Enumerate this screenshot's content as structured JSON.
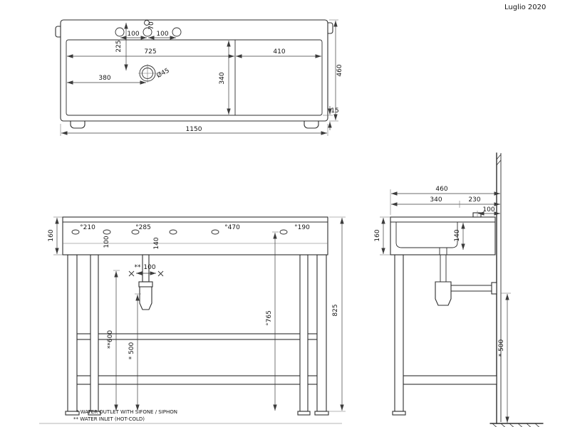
{
  "page": {
    "date_label": "Luglio  2020"
  },
  "notes": {
    "outlet": "*  WATER OUTLET WITH SIFONE / SIPHON",
    "inlet": "** WATER INLET  (HOT-COLD)"
  },
  "top_view": {
    "d70": "70",
    "d100_left": "100",
    "d100_right": "100",
    "d225": "225",
    "d725": "725",
    "d410": "410",
    "d380": "380",
    "d_drain_diameter": "Ø45",
    "d340": "340",
    "d460": "460",
    "d15": "15",
    "d1150": "1150"
  },
  "front_view": {
    "d160": "160",
    "d210": "°210",
    "d100_holes": "100",
    "d285": "°285",
    "d140": "140",
    "d470": "°470",
    "d190": "°190",
    "inlet_mark": "**",
    "d100_inlet": "100",
    "d600": "**600",
    "d500": "* 500",
    "d765": "°765",
    "d825": "825"
  },
  "side_view": {
    "d460": "460",
    "d340": "340",
    "d230": "230",
    "d100": "100",
    "d160": "160",
    "d140": "140",
    "d500": "* 500"
  }
}
